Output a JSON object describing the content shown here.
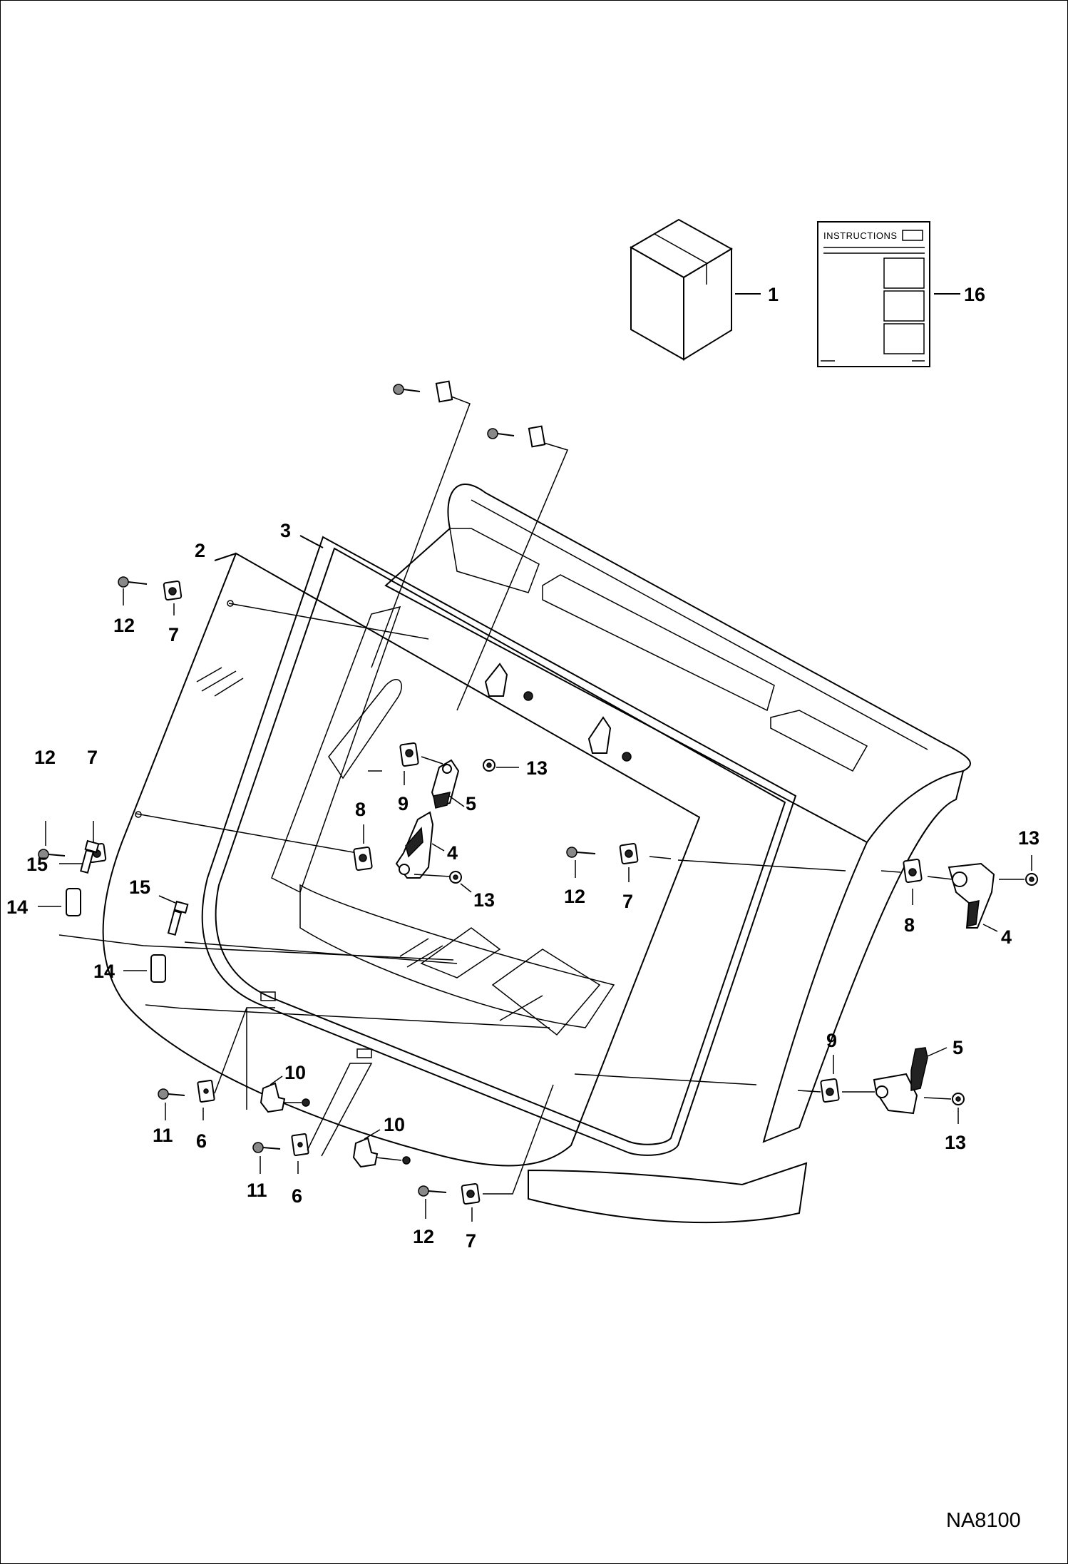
{
  "drawing_code": "NA8100",
  "instructions_sheet": {
    "title": "INSTRUCTIONS"
  },
  "callouts": {
    "c1": "1",
    "c16": "16",
    "c2": "2",
    "c3": "3",
    "c12a": "12",
    "c7a": "7",
    "c12b": "12",
    "c7b": "7",
    "c9a": "9",
    "c5a": "5",
    "c13a": "13",
    "c8a": "8",
    "c4a": "4",
    "c13b": "13",
    "c15a": "15",
    "c14a": "14",
    "c15b": "15",
    "c14b": "14",
    "c12c": "12",
    "c7c": "7",
    "c13c": "13",
    "c8b": "8",
    "c4b": "4",
    "c9b": "9",
    "c5b": "5",
    "c13d": "13",
    "c10a": "10",
    "c11a": "11",
    "c6a": "6",
    "c10b": "10",
    "c11b": "11",
    "c6b": "6",
    "c12d": "12",
    "c7d": "7"
  }
}
